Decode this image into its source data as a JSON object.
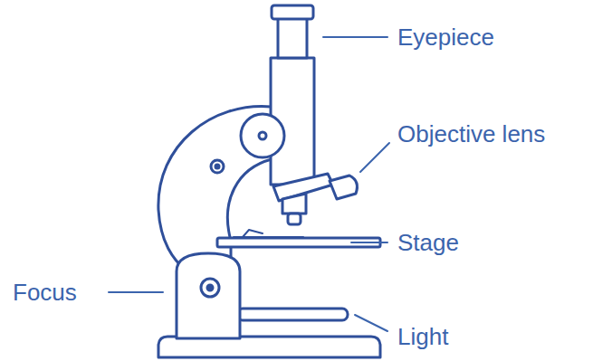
{
  "diagram": {
    "labels": [
      "Eyepiece",
      "Objective lens",
      "Stage",
      "Focus",
      "Light"
    ]
  }
}
